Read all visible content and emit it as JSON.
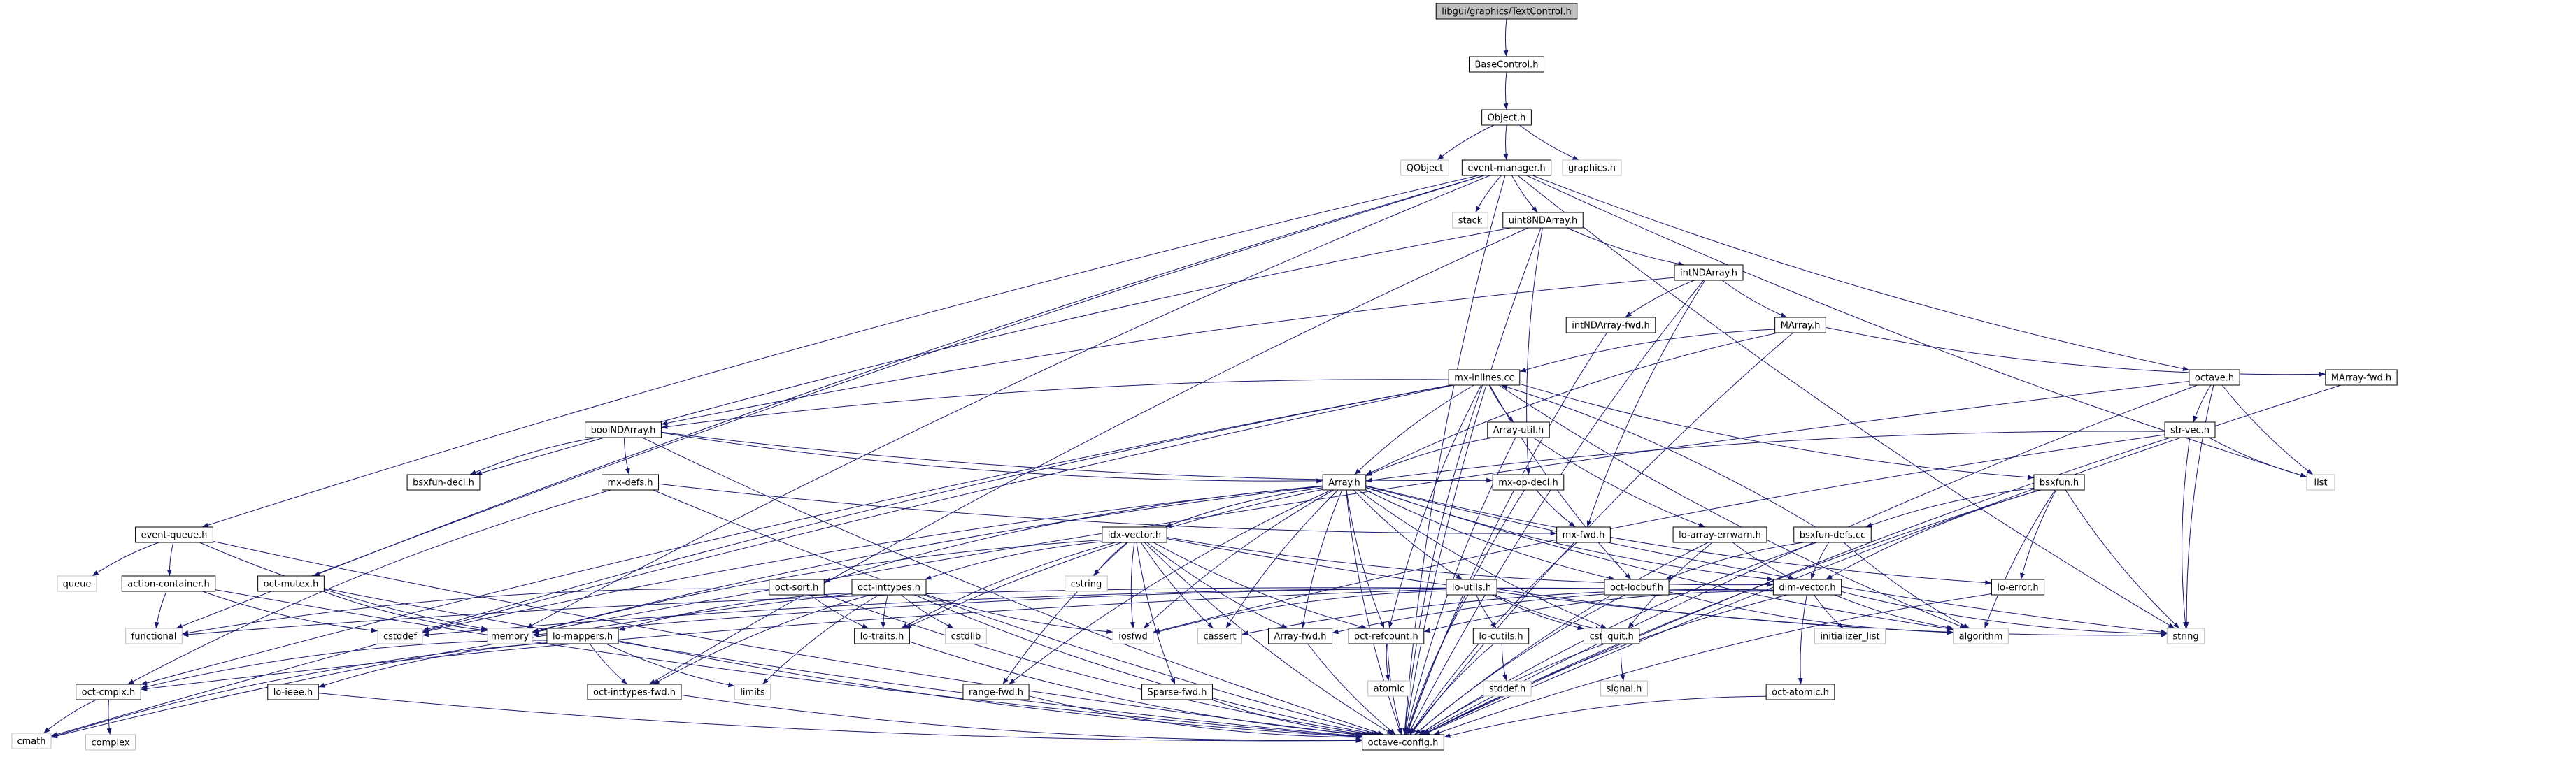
{
  "colors": {
    "edge": "#191970",
    "node_border": "#000000",
    "ext_border": "#bfbfbf",
    "root_fill": "#bfbfbf",
    "node_fill": "#ffffff",
    "text": "#000000"
  },
  "nodes": [
    {
      "id": "textcontrol",
      "label": "libgui/graphics/TextControl.h",
      "kind": "root"
    },
    {
      "id": "basecontrol",
      "label": "BaseControl.h",
      "kind": "file"
    },
    {
      "id": "object",
      "label": "Object.h",
      "kind": "file"
    },
    {
      "id": "qobject",
      "label": "QObject",
      "kind": "external"
    },
    {
      "id": "event_manager",
      "label": "event-manager.h",
      "kind": "file"
    },
    {
      "id": "graphics",
      "label": "graphics.h",
      "kind": "external"
    },
    {
      "id": "stack",
      "label": "stack",
      "kind": "external"
    },
    {
      "id": "uint8ndarray",
      "label": "uint8NDArray.h",
      "kind": "file"
    },
    {
      "id": "intndarray",
      "label": "intNDArray.h",
      "kind": "file"
    },
    {
      "id": "intndarray_fwd",
      "label": "intNDArray-fwd.h",
      "kind": "file"
    },
    {
      "id": "marray",
      "label": "MArray.h",
      "kind": "file"
    },
    {
      "id": "marray_fwd",
      "label": "MArray-fwd.h",
      "kind": "file"
    },
    {
      "id": "mx_inlines",
      "label": "mx-inlines.cc",
      "kind": "file"
    },
    {
      "id": "octave",
      "label": "octave.h",
      "kind": "file"
    },
    {
      "id": "boolndarray",
      "label": "boolNDArray.h",
      "kind": "file"
    },
    {
      "id": "array_util",
      "label": "Array-util.h",
      "kind": "file"
    },
    {
      "id": "str_vec",
      "label": "str-vec.h",
      "kind": "file"
    },
    {
      "id": "bsxfun_decl",
      "label": "bsxfun-decl.h",
      "kind": "file"
    },
    {
      "id": "mx_defs",
      "label": "mx-defs.h",
      "kind": "file"
    },
    {
      "id": "array",
      "label": "Array.h",
      "kind": "file"
    },
    {
      "id": "mx_op_decl",
      "label": "mx-op-decl.h",
      "kind": "file"
    },
    {
      "id": "bsxfun",
      "label": "bsxfun.h",
      "kind": "file"
    },
    {
      "id": "list",
      "label": "list",
      "kind": "external"
    },
    {
      "id": "event_queue",
      "label": "event-queue.h",
      "kind": "file"
    },
    {
      "id": "idx_vector",
      "label": "idx-vector.h",
      "kind": "file"
    },
    {
      "id": "mx_fwd",
      "label": "mx-fwd.h",
      "kind": "file"
    },
    {
      "id": "lo_array_errwarn",
      "label": "lo-array-errwarn.h",
      "kind": "file"
    },
    {
      "id": "bsxfun_defs",
      "label": "bsxfun-defs.cc",
      "kind": "file"
    },
    {
      "id": "queue",
      "label": "queue",
      "kind": "external"
    },
    {
      "id": "action_container",
      "label": "action-container.h",
      "kind": "file"
    },
    {
      "id": "oct_mutex",
      "label": "oct-mutex.h",
      "kind": "file"
    },
    {
      "id": "oct_sort",
      "label": "oct-sort.h",
      "kind": "file"
    },
    {
      "id": "oct_inttypes",
      "label": "oct-inttypes.h",
      "kind": "file"
    },
    {
      "id": "cstring",
      "label": "cstring",
      "kind": "external"
    },
    {
      "id": "lo_utils",
      "label": "lo-utils.h",
      "kind": "file"
    },
    {
      "id": "oct_locbuf",
      "label": "oct-locbuf.h",
      "kind": "file"
    },
    {
      "id": "dim_vector",
      "label": "dim-vector.h",
      "kind": "file"
    },
    {
      "id": "lo_error",
      "label": "lo-error.h",
      "kind": "file"
    },
    {
      "id": "functional",
      "label": "functional",
      "kind": "external"
    },
    {
      "id": "cstddef",
      "label": "cstddef",
      "kind": "external"
    },
    {
      "id": "memory",
      "label": "memory",
      "kind": "external"
    },
    {
      "id": "lo_mappers",
      "label": "lo-mappers.h",
      "kind": "file"
    },
    {
      "id": "lo_traits",
      "label": "lo-traits.h",
      "kind": "file"
    },
    {
      "id": "cstdlib",
      "label": "cstdlib",
      "kind": "external"
    },
    {
      "id": "iosfwd",
      "label": "iosfwd",
      "kind": "external"
    },
    {
      "id": "cassert",
      "label": "cassert",
      "kind": "external"
    },
    {
      "id": "cstdio",
      "label": "cstdio",
      "kind": "external"
    },
    {
      "id": "array_fwd",
      "label": "Array-fwd.h",
      "kind": "file"
    },
    {
      "id": "oct_refcount",
      "label": "oct-refcount.h",
      "kind": "file"
    },
    {
      "id": "quit",
      "label": "quit.h",
      "kind": "file"
    },
    {
      "id": "lo_cutils",
      "label": "lo-cutils.h",
      "kind": "file"
    },
    {
      "id": "initializer_list",
      "label": "initializer_list",
      "kind": "external"
    },
    {
      "id": "algorithm",
      "label": "algorithm",
      "kind": "external"
    },
    {
      "id": "string",
      "label": "string",
      "kind": "external"
    },
    {
      "id": "oct_cmplx",
      "label": "oct-cmplx.h",
      "kind": "file"
    },
    {
      "id": "lo_ieee",
      "label": "lo-ieee.h",
      "kind": "file"
    },
    {
      "id": "limits",
      "label": "limits",
      "kind": "external"
    },
    {
      "id": "oct_inttypes_fwd",
      "label": "oct-inttypes-fwd.h",
      "kind": "file"
    },
    {
      "id": "range_fwd",
      "label": "range-fwd.h",
      "kind": "file"
    },
    {
      "id": "sparse_fwd",
      "label": "Sparse-fwd.h",
      "kind": "file"
    },
    {
      "id": "atomic",
      "label": "atomic",
      "kind": "external"
    },
    {
      "id": "stddef",
      "label": "stddef.h",
      "kind": "external"
    },
    {
      "id": "signal",
      "label": "signal.h",
      "kind": "external"
    },
    {
      "id": "oct_atomic",
      "label": "oct-atomic.h",
      "kind": "file"
    },
    {
      "id": "cmath",
      "label": "cmath",
      "kind": "external"
    },
    {
      "id": "complex",
      "label": "complex",
      "kind": "external"
    },
    {
      "id": "octave_config",
      "label": "octave-config.h",
      "kind": "file"
    }
  ],
  "edges": [
    [
      "textcontrol",
      "basecontrol"
    ],
    [
      "basecontrol",
      "object"
    ],
    [
      "object",
      "qobject"
    ],
    [
      "object",
      "event_manager"
    ],
    [
      "object",
      "graphics"
    ],
    [
      "event_manager",
      "stack"
    ],
    [
      "event_manager",
      "uint8ndarray"
    ],
    [
      "event_manager",
      "octave"
    ],
    [
      "event_manager",
      "list"
    ],
    [
      "event_manager",
      "string"
    ],
    [
      "event_manager",
      "octave_config"
    ],
    [
      "event_manager",
      "event_queue"
    ],
    [
      "event_manager",
      "oct_mutex"
    ],
    [
      "event_manager",
      "memory"
    ],
    [
      "event_manager",
      "functional"
    ],
    [
      "uint8ndarray",
      "intndarray"
    ],
    [
      "uint8ndarray",
      "mx_op_decl"
    ],
    [
      "uint8ndarray",
      "bsxfun_decl"
    ],
    [
      "uint8ndarray",
      "oct_inttypes_fwd"
    ],
    [
      "uint8ndarray",
      "octave_config"
    ],
    [
      "intndarray",
      "intndarray_fwd"
    ],
    [
      "intndarray",
      "marray"
    ],
    [
      "intndarray",
      "mx_fwd"
    ],
    [
      "intndarray",
      "boolndarray"
    ],
    [
      "intndarray",
      "octave_config"
    ],
    [
      "intndarray_fwd",
      "octave_config"
    ],
    [
      "marray",
      "marray_fwd"
    ],
    [
      "marray",
      "array"
    ],
    [
      "marray",
      "mx_inlines"
    ],
    [
      "marray",
      "octave_config"
    ],
    [
      "marray_fwd",
      "octave_config"
    ],
    [
      "mx_inlines",
      "boolndarray"
    ],
    [
      "mx_inlines",
      "array_util"
    ],
    [
      "mx_inlines",
      "array"
    ],
    [
      "mx_inlines",
      "bsxfun"
    ],
    [
      "mx_inlines",
      "oct_cmplx"
    ],
    [
      "mx_inlines",
      "oct_locbuf"
    ],
    [
      "mx_inlines",
      "cstddef"
    ],
    [
      "mx_inlines",
      "cmath"
    ],
    [
      "mx_inlines",
      "algorithm"
    ],
    [
      "mx_inlines",
      "oct_refcount"
    ],
    [
      "mx_inlines",
      "octave_config"
    ],
    [
      "octave",
      "str_vec"
    ],
    [
      "octave",
      "list"
    ],
    [
      "octave",
      "string"
    ],
    [
      "octave",
      "octave_config"
    ],
    [
      "octave",
      "memory"
    ],
    [
      "boolndarray",
      "bsxfun_decl"
    ],
    [
      "boolndarray",
      "mx_defs"
    ],
    [
      "boolndarray",
      "array"
    ],
    [
      "boolndarray",
      "mx_op_decl"
    ],
    [
      "boolndarray",
      "octave_config"
    ],
    [
      "array_util",
      "array"
    ],
    [
      "array_util",
      "lo_array_errwarn"
    ],
    [
      "array_util",
      "octave_config"
    ],
    [
      "str_vec",
      "array"
    ],
    [
      "str_vec",
      "list"
    ],
    [
      "str_vec",
      "string"
    ],
    [
      "str_vec",
      "iosfwd"
    ],
    [
      "str_vec",
      "octave_config"
    ],
    [
      "mx_defs",
      "mx_fwd"
    ],
    [
      "mx_defs",
      "oct_cmplx"
    ],
    [
      "mx_defs",
      "octave_config"
    ],
    [
      "array",
      "idx_vector"
    ],
    [
      "array",
      "oct_sort"
    ],
    [
      "array",
      "lo_traits"
    ],
    [
      "array",
      "oct_refcount"
    ],
    [
      "array",
      "array_fwd"
    ],
    [
      "array",
      "lo_utils"
    ],
    [
      "array",
      "dim_vector"
    ],
    [
      "array",
      "lo_error"
    ],
    [
      "array",
      "algorithm"
    ],
    [
      "array",
      "iosfwd"
    ],
    [
      "array",
      "cassert"
    ],
    [
      "array",
      "cstddef"
    ],
    [
      "array",
      "octave_config"
    ],
    [
      "array",
      "quit"
    ],
    [
      "array",
      "oct_locbuf"
    ],
    [
      "array",
      "string"
    ],
    [
      "array",
      "range_fwd"
    ],
    [
      "array",
      "memory"
    ],
    [
      "mx_op_decl",
      "mx_fwd"
    ],
    [
      "mx_op_decl",
      "octave_config"
    ],
    [
      "bsxfun",
      "dim_vector"
    ],
    [
      "bsxfun",
      "lo_error"
    ],
    [
      "bsxfun",
      "algorithm"
    ],
    [
      "bsxfun",
      "string"
    ],
    [
      "bsxfun",
      "bsxfun_defs"
    ],
    [
      "bsxfun",
      "octave_config"
    ],
    [
      "bsxfun_defs",
      "dim_vector"
    ],
    [
      "bsxfun_defs",
      "oct_locbuf"
    ],
    [
      "bsxfun_defs",
      "mx_inlines"
    ],
    [
      "bsxfun_defs",
      "algorithm"
    ],
    [
      "bsxfun_defs",
      "octave_config"
    ],
    [
      "event_queue",
      "queue"
    ],
    [
      "event_queue",
      "action_container"
    ],
    [
      "event_queue",
      "memory"
    ],
    [
      "event_queue",
      "octave_config"
    ],
    [
      "action_container",
      "functional"
    ],
    [
      "action_container",
      "cstddef"
    ],
    [
      "action_container",
      "octave_config"
    ],
    [
      "oct_mutex",
      "memory"
    ],
    [
      "oct_mutex",
      "octave_config"
    ],
    [
      "idx_vector",
      "cstring"
    ],
    [
      "idx_vector",
      "oct_inttypes"
    ],
    [
      "idx_vector",
      "oct_refcount"
    ],
    [
      "idx_vector",
      "array_fwd"
    ],
    [
      "idx_vector",
      "dim_vector"
    ],
    [
      "idx_vector",
      "lo_traits"
    ],
    [
      "idx_vector",
      "iosfwd"
    ],
    [
      "idx_vector",
      "cassert"
    ],
    [
      "idx_vector",
      "algorithm"
    ],
    [
      "idx_vector",
      "memory"
    ],
    [
      "idx_vector",
      "sparse_fwd"
    ],
    [
      "idx_vector",
      "range_fwd"
    ],
    [
      "idx_vector",
      "octave_config"
    ],
    [
      "mx_fwd",
      "octave_config"
    ],
    [
      "lo_array_errwarn",
      "dim_vector"
    ],
    [
      "lo_array_errwarn",
      "quit"
    ],
    [
      "lo_array_errwarn",
      "octave_config"
    ],
    [
      "oct_sort",
      "lo_traits"
    ],
    [
      "oct_sort",
      "functional"
    ],
    [
      "oct_sort",
      "octave_config"
    ],
    [
      "oct_inttypes",
      "lo_mappers"
    ],
    [
      "oct_inttypes",
      "lo_traits"
    ],
    [
      "oct_inttypes",
      "oct_inttypes_fwd"
    ],
    [
      "oct_inttypes",
      "cstdlib"
    ],
    [
      "oct_inttypes",
      "iosfwd"
    ],
    [
      "oct_inttypes",
      "limits"
    ],
    [
      "oct_inttypes",
      "cmath"
    ],
    [
      "oct_inttypes",
      "octave_config"
    ],
    [
      "lo_utils",
      "oct_cmplx"
    ],
    [
      "lo_utils",
      "quit"
    ],
    [
      "lo_utils",
      "lo_cutils"
    ],
    [
      "lo_utils",
      "cstdio"
    ],
    [
      "lo_utils",
      "iosfwd"
    ],
    [
      "lo_utils",
      "string"
    ],
    [
      "lo_utils",
      "functional"
    ],
    [
      "lo_utils",
      "octave_config"
    ],
    [
      "oct_locbuf",
      "cstddef"
    ],
    [
      "oct_locbuf",
      "algorithm"
    ],
    [
      "oct_locbuf",
      "memory"
    ],
    [
      "oct_locbuf",
      "octave_config"
    ],
    [
      "dim_vector",
      "oct_refcount"
    ],
    [
      "dim_vector",
      "array_fwd"
    ],
    [
      "dim_vector",
      "initializer_list"
    ],
    [
      "dim_vector",
      "algorithm"
    ],
    [
      "dim_vector",
      "string"
    ],
    [
      "dim_vector",
      "cassert"
    ],
    [
      "dim_vector",
      "oct_atomic"
    ],
    [
      "dim_vector",
      "octave_config"
    ],
    [
      "lo_error",
      "octave_config"
    ],
    [
      "lo_mappers",
      "oct_cmplx"
    ],
    [
      "lo_mappers",
      "lo_ieee"
    ],
    [
      "lo_mappers",
      "limits"
    ],
    [
      "lo_mappers",
      "oct_inttypes_fwd"
    ],
    [
      "lo_mappers",
      "cmath"
    ],
    [
      "lo_mappers",
      "octave_config"
    ],
    [
      "lo_traits",
      "octave_config"
    ],
    [
      "array_fwd",
      "octave_config"
    ],
    [
      "oct_refcount",
      "atomic"
    ],
    [
      "oct_refcount",
      "octave_config"
    ],
    [
      "quit",
      "signal"
    ],
    [
      "quit",
      "octave_config"
    ],
    [
      "lo_cutils",
      "stddef"
    ],
    [
      "lo_cutils",
      "octave_config"
    ],
    [
      "oct_cmplx",
      "complex"
    ],
    [
      "oct_cmplx",
      "cmath"
    ],
    [
      "lo_ieee",
      "octave_config"
    ],
    [
      "oct_inttypes_fwd",
      "octave_config"
    ],
    [
      "range_fwd",
      "octave_config"
    ],
    [
      "sparse_fwd",
      "octave_config"
    ],
    [
      "oct_atomic",
      "octave_config"
    ]
  ]
}
